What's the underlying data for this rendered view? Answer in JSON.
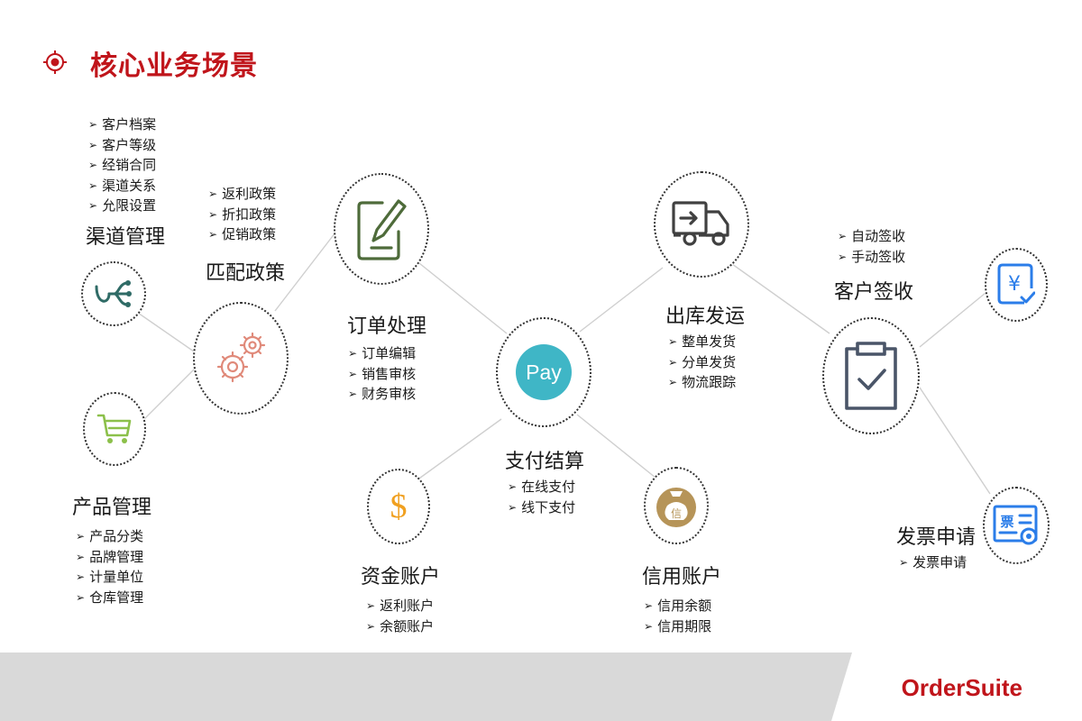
{
  "title": "核心业务场景",
  "brand": "OrderSuite",
  "colors": {
    "accent": "#c0151b",
    "footer_gray": "#d9d9d9",
    "pay_teal": "#3fb6c6"
  },
  "nodes": {
    "channel": {
      "label": "渠道管理",
      "icon": "branch-arrows-icon",
      "items": [
        "客户档案",
        "客户等级",
        "经销合同",
        "渠道关系",
        "允限设置"
      ]
    },
    "policy": {
      "label": "匹配政策",
      "icon": "gears-icon",
      "items": [
        "返利政策",
        "折扣政策",
        "促销政策"
      ]
    },
    "product": {
      "label": "产品管理",
      "icon": "shopping-cart-icon",
      "items": [
        "产品分类",
        "品牌管理",
        "计量单位",
        "仓库管理"
      ]
    },
    "order": {
      "label": "订单处理",
      "icon": "edit-document-icon",
      "items": [
        "订单编辑",
        "销售审核",
        "财务审核"
      ]
    },
    "payment": {
      "label": "支付结算",
      "icon": "pay-icon",
      "icon_text": "Pay",
      "items": [
        "在线支付",
        "线下支付"
      ]
    },
    "fund": {
      "label": "资金账户",
      "icon": "dollar-icon",
      "icon_text": "$",
      "items": [
        "返利账户",
        "余额账户"
      ]
    },
    "credit": {
      "label": "信用账户",
      "icon": "money-bag-icon",
      "icon_text": "信",
      "items": [
        "信用余额",
        "信用期限"
      ]
    },
    "shipping": {
      "label": "出库发运",
      "icon": "delivery-truck-icon",
      "items": [
        "整单发货",
        "分单发货",
        "物流跟踪"
      ]
    },
    "receipt": {
      "label": "客户签收",
      "icon": "clipboard-check-icon",
      "items": [
        "自动签收",
        "手动签收"
      ]
    },
    "yen": {
      "label": "",
      "icon": "yen-document-icon",
      "icon_text": "¥"
    },
    "invoice": {
      "label": "发票申请",
      "icon": "invoice-icon",
      "icon_text": "票",
      "items": [
        "发票申请"
      ]
    }
  }
}
